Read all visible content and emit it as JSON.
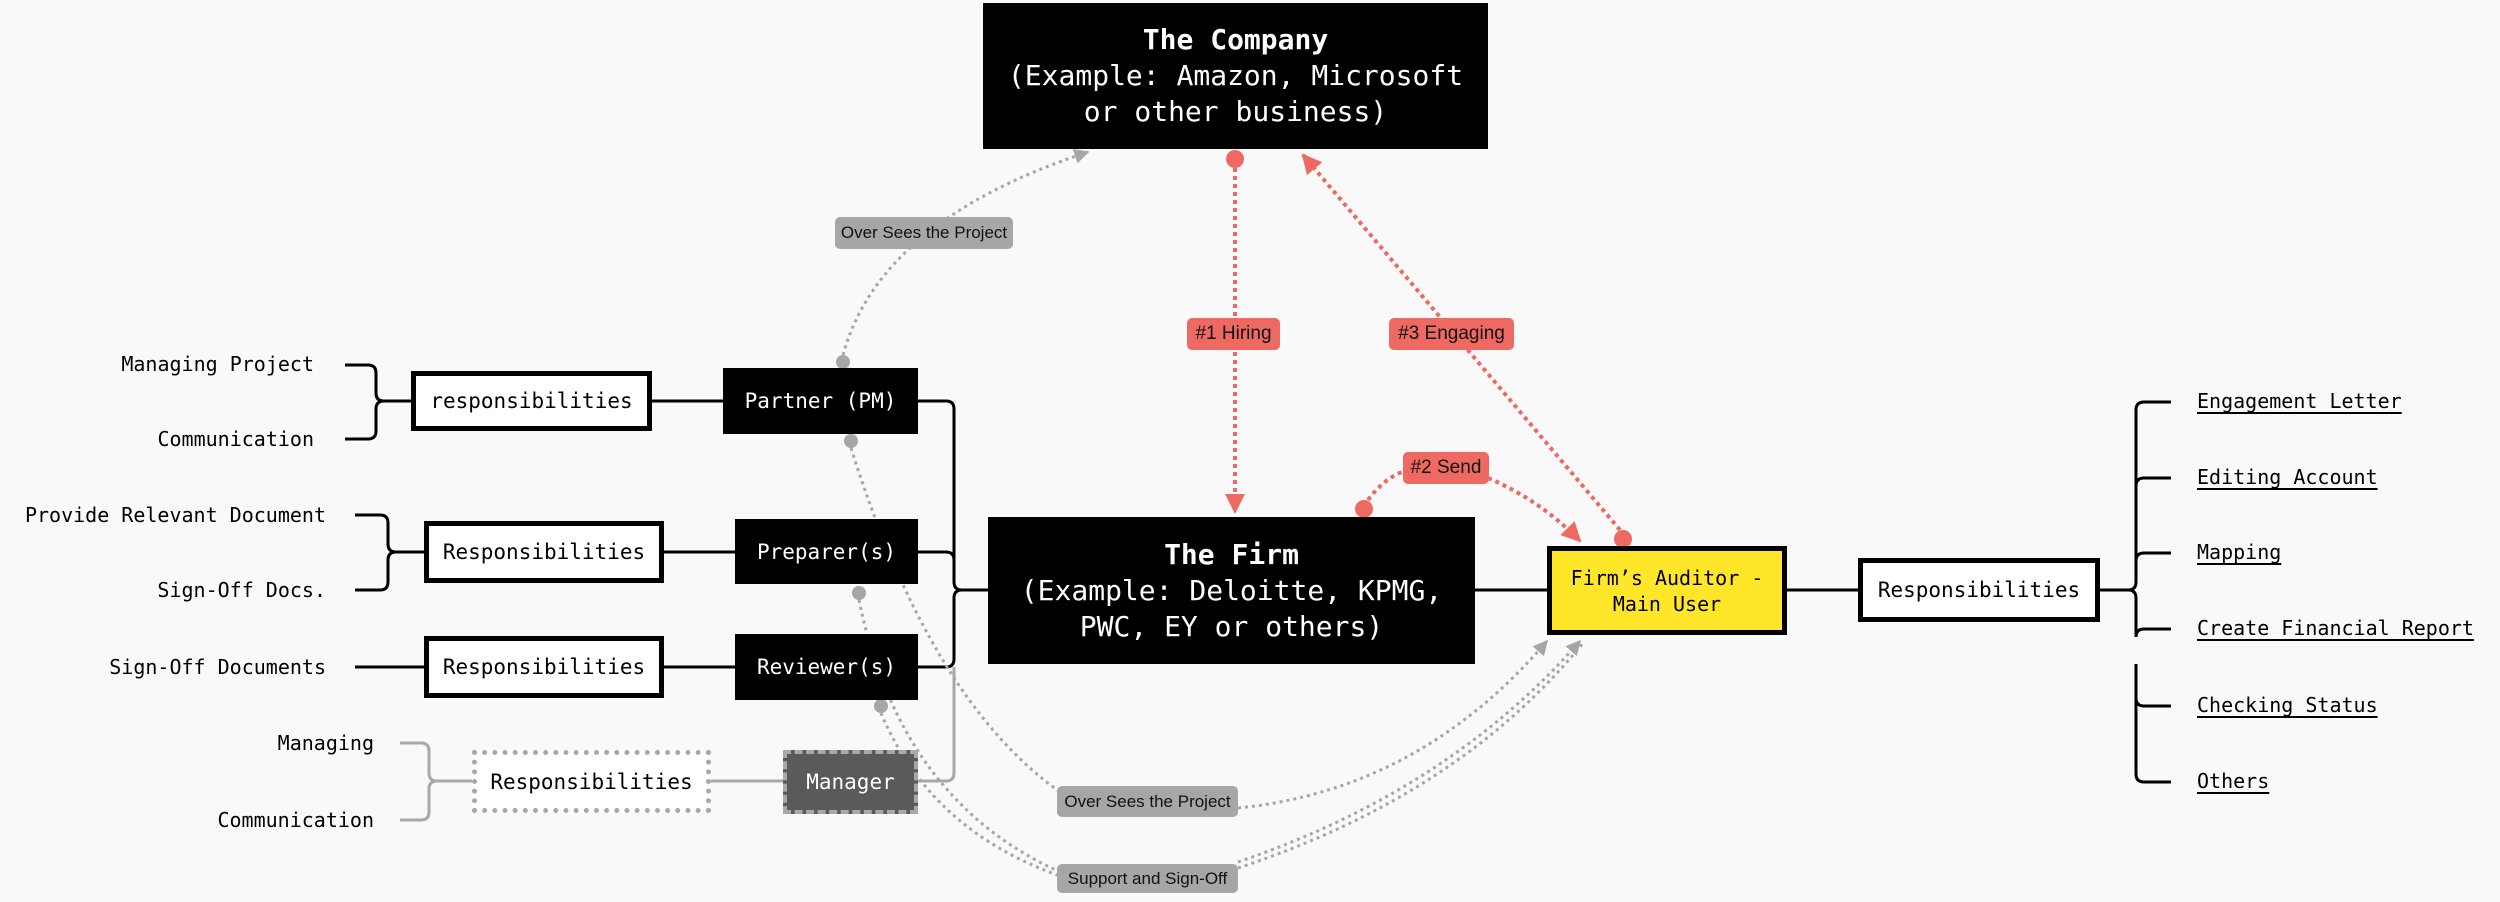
{
  "colors": {
    "background": "#f9f9f9",
    "node_dark": "#000000",
    "manager": "#5a5a5a",
    "highlight": "#ffe629",
    "flow_red": "#ee6961",
    "flow_gray": "#a6a6a6"
  },
  "company": {
    "title": "The Company",
    "line1": "(Example: Amazon, Microsoft",
    "line2": "or other business)"
  },
  "firm": {
    "title": "The Firm",
    "line1": "(Example: Deloitte, KPMG,",
    "line2": "PWC, EY or others)"
  },
  "auditor": {
    "line1": "Firm’s Auditor -",
    "line2": "Main User",
    "responsibilities_label": "Responsibilities",
    "responsibilities": [
      "Engagement Letter",
      "Editing Account",
      "Mapping",
      "Create Financial Report",
      "Checking Status",
      "Others"
    ]
  },
  "roles": [
    {
      "name": "Partner (PM)",
      "responsibilities_label": "responsibilities",
      "duties": [
        "Managing Project",
        "Communication"
      ]
    },
    {
      "name": "Preparer(s)",
      "responsibilities_label": "Responsibilities",
      "duties": [
        "Provide Relevant Document",
        "Sign-Off Docs."
      ]
    },
    {
      "name": "Reviewer(s)",
      "responsibilities_label": "Responsibilities",
      "duties": [
        "Sign-Off Documents"
      ]
    },
    {
      "name": "Manager",
      "responsibilities_label": "Responsibilities",
      "duties": [
        "Managing",
        "Communication"
      ]
    }
  ],
  "flows": {
    "hiring": "#1 Hiring",
    "send": "#2 Send",
    "engaging": "#3 Engaging",
    "oversees_company": "Over Sees the Project",
    "oversees_auditor": "Over Sees the Project",
    "support_signoff": "Support and Sign-Off"
  }
}
